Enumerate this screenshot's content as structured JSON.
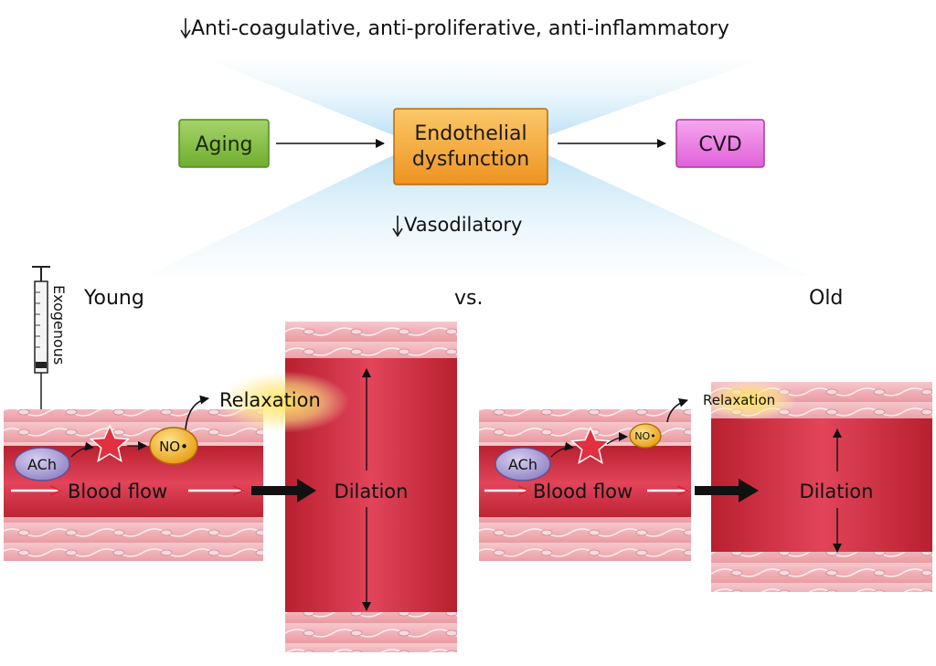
{
  "header": {
    "top_effects": "Anti-coagulative, anti-proliferative, anti-inflammatory",
    "vasodilatory": "Vasodilatory"
  },
  "flow": {
    "aging": "Aging",
    "endothelial_line1": "Endothelial",
    "endothelial_line2": "dysfunction",
    "cvd": "CVD"
  },
  "comparison": {
    "young": "Young",
    "vs": "vs.",
    "old": "Old",
    "exogenous": "Exogenous"
  },
  "young_vessel": {
    "ach": "ACh",
    "no": "NO•",
    "relaxation": "Relaxation",
    "blood_flow": "Blood flow",
    "dilation": "Dilation"
  },
  "old_vessel": {
    "ach": "ACh",
    "no": "NO•",
    "relaxation": "Relaxation",
    "blood_flow": "Blood flow",
    "dilation": "Dilation"
  },
  "colors": {
    "aging": "#7dbb3c",
    "endothelial": "#f4a12c",
    "cvd": "#e870e0",
    "vessel": "#d63a4b",
    "ach": "#a89ad0",
    "no": "#f0a818"
  }
}
